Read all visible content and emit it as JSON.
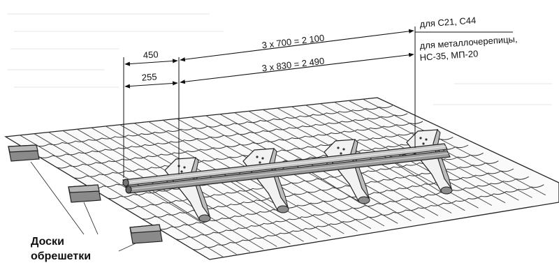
{
  "dimensions": {
    "span_450": "450",
    "span_255": "255",
    "total_700": "3 x 700 = 2 100",
    "total_830": "3 x 830 = 2 490"
  },
  "notes": {
    "c21_c44": "для С21, С44",
    "metal_line1": "для металлочерепицы,",
    "metal_line2": "НС-35, МП-20"
  },
  "boards_label": {
    "line1": "Доски",
    "line2": "обрешетки"
  }
}
